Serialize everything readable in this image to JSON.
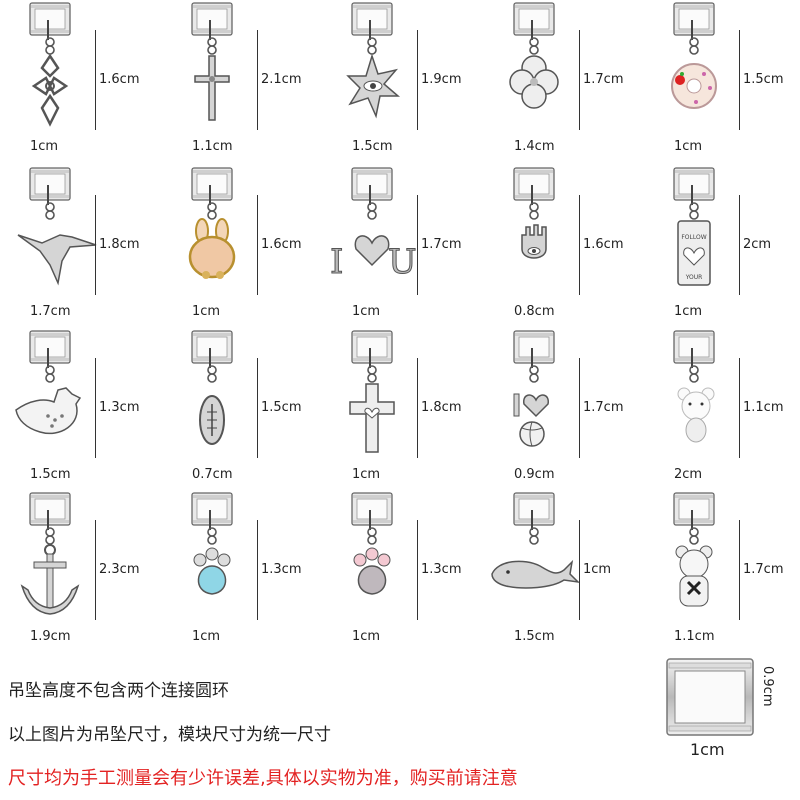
{
  "charms": [
    {
      "height": "1.6cm",
      "width": "1cm",
      "icon": "cross-icon"
    },
    {
      "height": "2.1cm",
      "width": "1.1cm",
      "icon": "crucifix-icon"
    },
    {
      "height": "1.9cm",
      "width": "1.5cm",
      "icon": "evil-eye-sun-icon"
    },
    {
      "height": "1.7cm",
      "width": "1.4cm",
      "icon": "four-leaf-clover-icon"
    },
    {
      "height": "1.5cm",
      "width": "1cm",
      "icon": "donut-icon"
    },
    {
      "height": "1.8cm",
      "width": "1.7cm",
      "icon": "hummingbird-icon"
    },
    {
      "height": "1.6cm",
      "width": "1cm",
      "icon": "bunny-icon"
    },
    {
      "height": "1.7cm",
      "width": "1cm",
      "icon": "i-love-u-icon"
    },
    {
      "height": "1.6cm",
      "width": "0.8cm",
      "icon": "hamsa-hand-icon"
    },
    {
      "height": "2cm",
      "width": "1cm",
      "icon": "dog-tag-heart-icon"
    },
    {
      "height": "1.3cm",
      "width": "1.5cm",
      "icon": "bird-icon"
    },
    {
      "height": "1.5cm",
      "width": "0.7cm",
      "icon": "football-icon"
    },
    {
      "height": "1.8cm",
      "width": "1cm",
      "icon": "heart-cross-icon"
    },
    {
      "height": "1.7cm",
      "width": "0.9cm",
      "icon": "i-love-volleyball-icon"
    },
    {
      "height": "1.1cm",
      "width": "2cm",
      "icon": "teddy-bear-icon"
    },
    {
      "height": "2.3cm",
      "width": "1.9cm",
      "icon": "anchor-icon"
    },
    {
      "height": "1.3cm",
      "width": "1cm",
      "icon": "paw-blue-gem-icon"
    },
    {
      "height": "1.3cm",
      "width": "1cm",
      "icon": "paw-pink-gem-icon"
    },
    {
      "height": "1cm",
      "width": "1.5cm",
      "icon": "whale-icon"
    },
    {
      "height": "1.7cm",
      "width": "1.1cm",
      "icon": "crystal-bear-icon"
    }
  ],
  "charm_engraving": {
    "top": "FOLLOW",
    "bottom": "YOUR"
  },
  "charm_text": {
    "i_letter": "I",
    "u_letter": "U"
  },
  "notes": {
    "line1": "吊坠高度不包含两个连接圆环",
    "line2": "以上图片为吊坠尺寸，模块尺寸为统一尺寸",
    "line3": "尺寸均为手工测量会有少许误差,具体以实物为准，购买前请注意"
  },
  "module": {
    "height": "0.9cm",
    "width": "1cm"
  },
  "colors": {
    "warning": "#e32222",
    "silver": "#c8c8c8",
    "gold": "#d9b25c"
  }
}
